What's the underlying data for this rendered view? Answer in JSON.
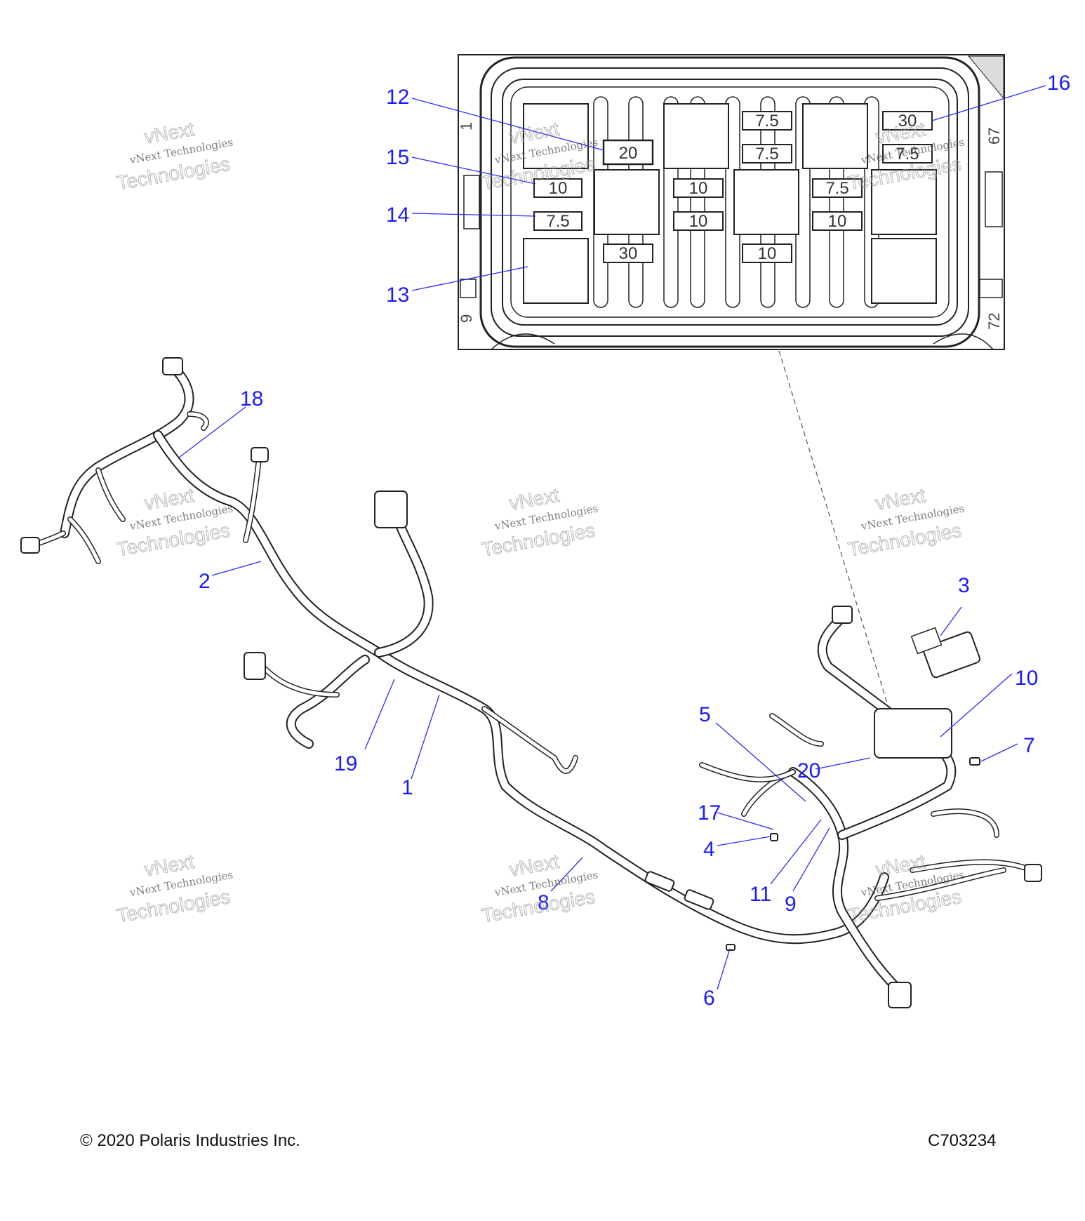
{
  "callouts": [
    "1",
    "2",
    "3",
    "4",
    "5",
    "6",
    "7",
    "8",
    "9",
    "10",
    "11",
    "12",
    "13",
    "14",
    "15",
    "16",
    "17",
    "18",
    "19",
    "20"
  ],
  "fuse_box": {
    "fuse_ratings": [
      "20",
      "10",
      "7.5",
      "30",
      "7.5",
      "7.5",
      "10",
      "10",
      "10",
      "30",
      "7.5",
      "7.5",
      "10"
    ],
    "edge_numbers": [
      "1",
      "9",
      "67",
      "72"
    ]
  },
  "watermark": {
    "line1": "vNext Technologies",
    "line2": "Technologies",
    "line3": "vNext"
  },
  "footer": {
    "copyright": "© 2020 Polaris Industries Inc.",
    "code": "C703234"
  },
  "colors": {
    "callout": "#1a1aff",
    "line": "#222222"
  }
}
